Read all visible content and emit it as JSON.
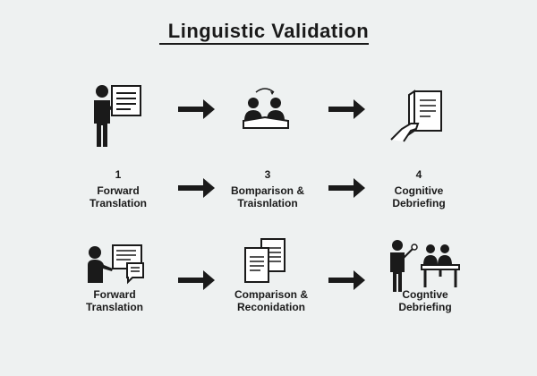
{
  "title": "Linguistic Validation",
  "row2": [
    {
      "number": "1",
      "line1": "Forward",
      "line2": "Translation"
    },
    {
      "number": "3",
      "line1": "Bomparison &",
      "line2": "Traisnlation"
    },
    {
      "number": "4",
      "line1": "Cognitive",
      "line2": "Debriefing"
    }
  ],
  "row3": [
    {
      "line1": "Forward",
      "line2": "Translation"
    },
    {
      "line1": "Comparison &",
      "line2": "Reconidation"
    },
    {
      "line1": "Cogntive",
      "line2": "Debriefing"
    }
  ]
}
